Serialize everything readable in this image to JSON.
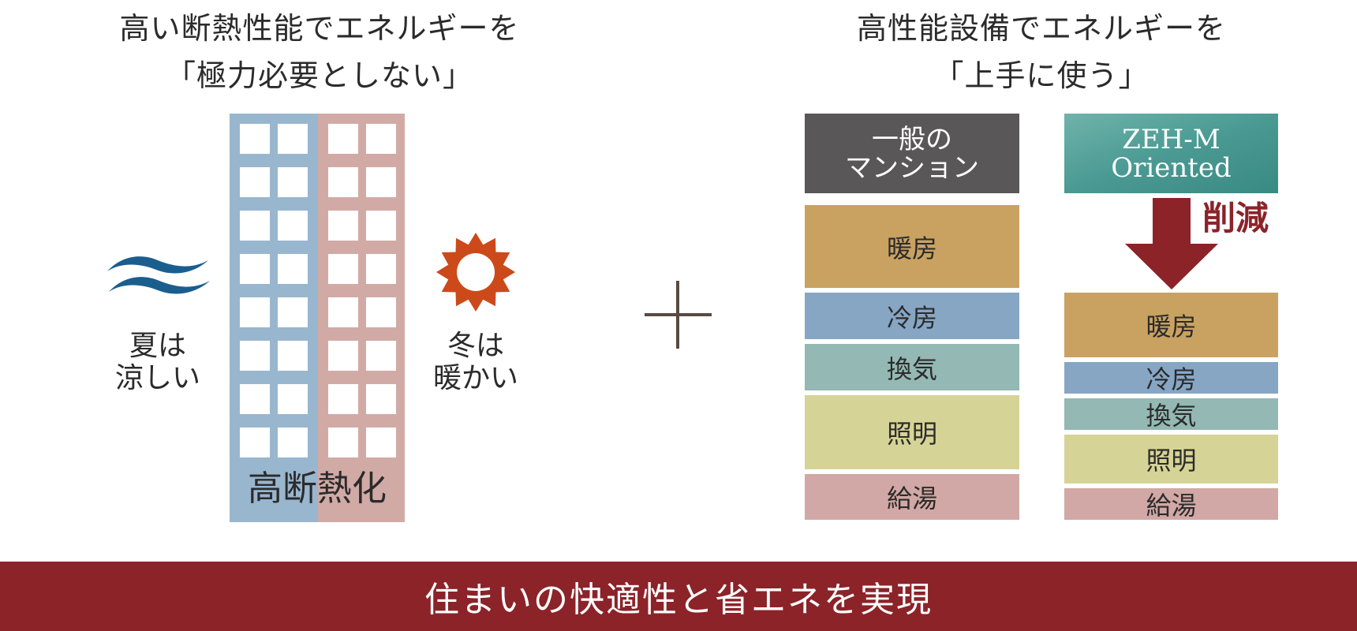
{
  "left_heading": {
    "line1": "高い断熱性能でエネルギーを",
    "line2": "「極力必要としない」"
  },
  "right_heading": {
    "line1": "高性能設備でエネルギーを",
    "line2": "「上手に使う」"
  },
  "building": {
    "label": "高断熱化",
    "summer": {
      "line1": "夏は",
      "line2": "涼しい",
      "icon": "waves-icon"
    },
    "winter": {
      "line1": "冬は",
      "line2": "暖かい",
      "icon": "sun-icon"
    }
  },
  "plus_icon": "plus-icon",
  "general_mansion": {
    "title_line1": "一般の",
    "title_line2": "マンション",
    "items": [
      "暖房",
      "冷房",
      "換気",
      "照明",
      "給湯"
    ]
  },
  "zeh": {
    "title_line1": "ZEH-M",
    "title_line2": "Oriented",
    "reduction_label": "削減",
    "items": [
      "暖房",
      "冷房",
      "換気",
      "照明",
      "給湯"
    ]
  },
  "colors": {
    "heating": "#c9a262",
    "cooling": "#86a6c4",
    "ventilation": "#94b8b3",
    "lighting": "#d6d396",
    "hot_water": "#d1a8a5",
    "accent": "#8b2329",
    "building_blue": "#99b6cf",
    "building_pink": "#d1aaa6",
    "general_header": "#595757",
    "zeh_header": "#4a9a93"
  },
  "banner": {
    "text": "住まいの快適性と省エネを実現"
  }
}
